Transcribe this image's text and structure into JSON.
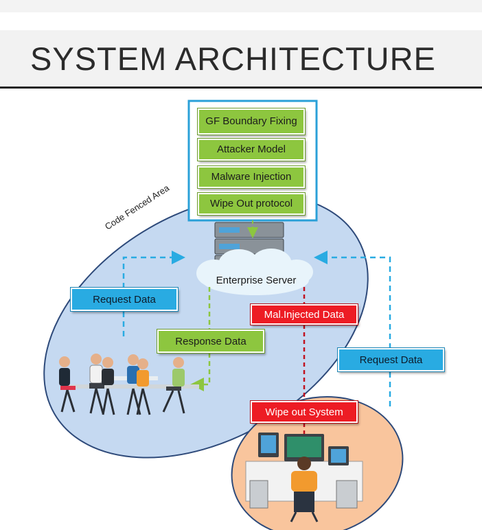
{
  "title": "SYSTEM ARCHITECTURE",
  "area_label": "Code Fenced Area",
  "modules": [
    "GF Boundary Fixing",
    "Attacker Model",
    "Malware Injection",
    "Wipe Out protocol"
  ],
  "server_label": "Enterprise Server",
  "labels": {
    "request_left": "Request Data",
    "response": "Response Data",
    "mal_injected": "Mal.Injected Data",
    "request_right": "Request Data",
    "wipe_out": "Wipe out System"
  },
  "colors": {
    "module_green": "#8dc63f",
    "label_blue": "#29abe2",
    "label_red": "#ed1c24",
    "fenced_area": "#c5d9f1",
    "attacker_area": "#f9c59d"
  }
}
